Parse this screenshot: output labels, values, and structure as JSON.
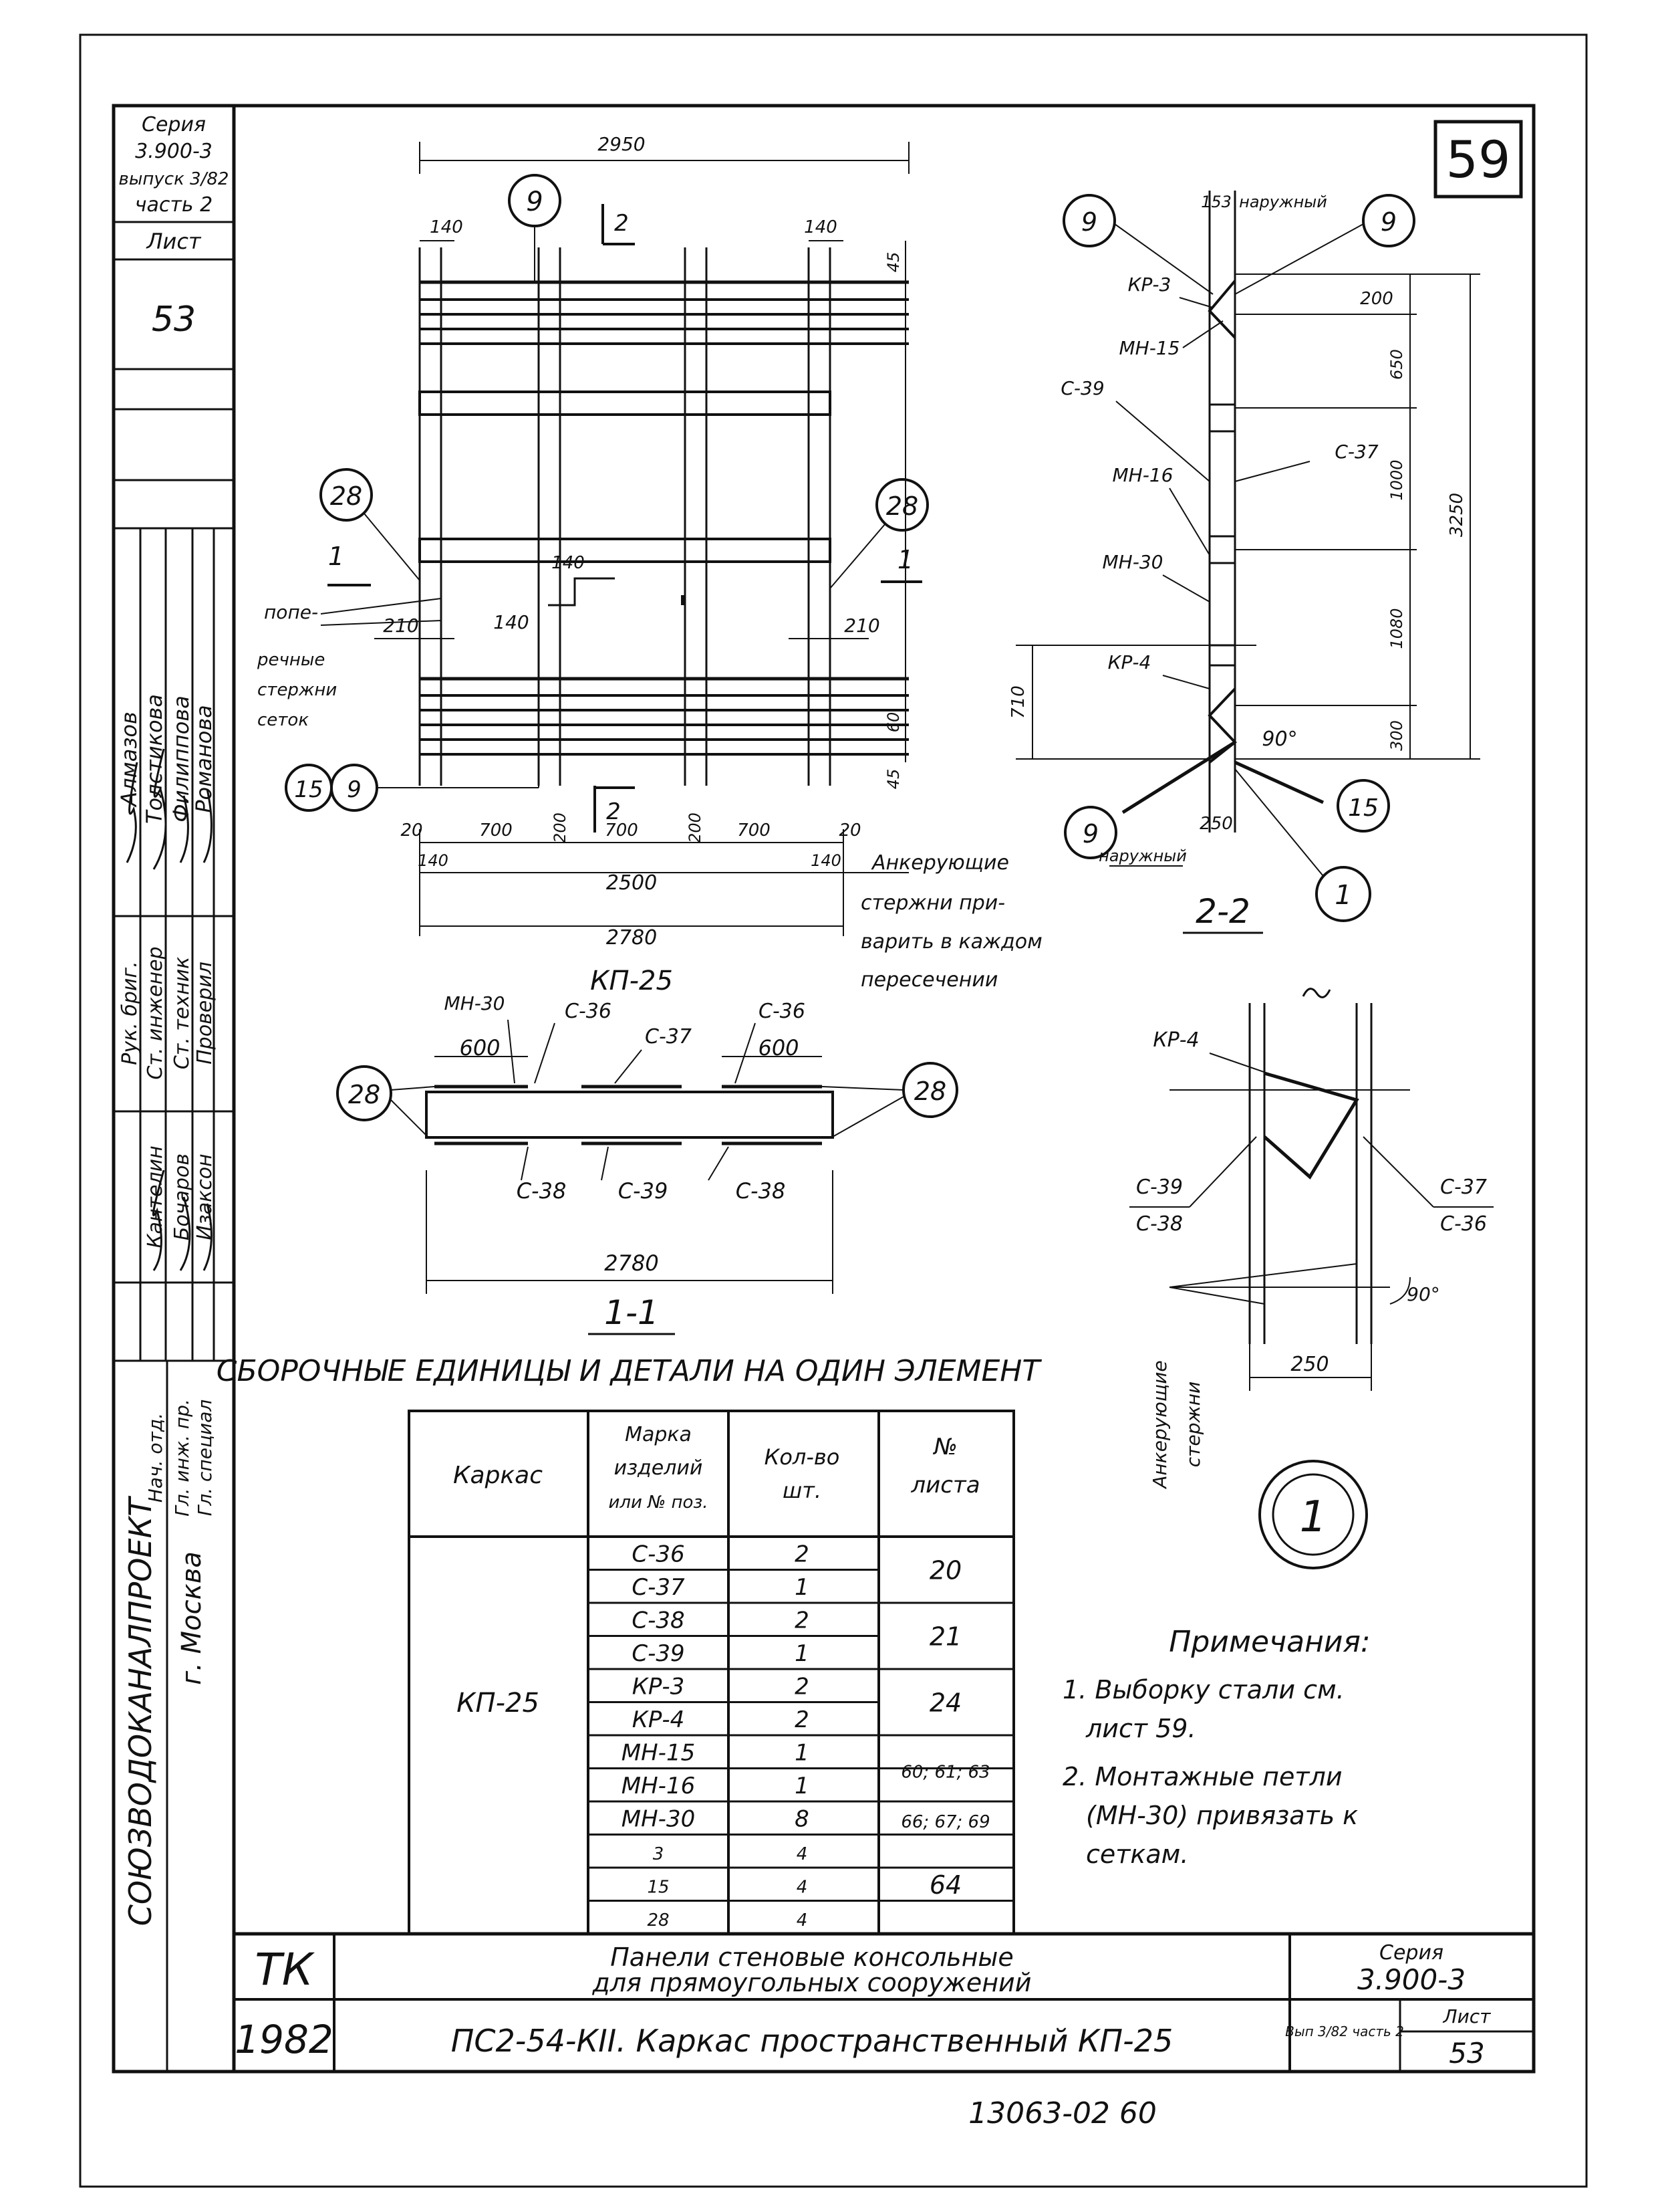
{
  "page_number": "59",
  "side_stamp": {
    "series_lines": [
      "Серия",
      "3.900-3",
      "выпуск 3/82",
      "часть 2"
    ],
    "sheet_label": "Лист",
    "sheet_number": "53",
    "roles": [
      "Рук. бриг.",
      "Ст. инженер",
      "Ст. техник",
      "Проверил",
      "Нач. отд.",
      "Гл. инж. пр.",
      "Гл. специал"
    ],
    "names": [
      "Алмазов",
      "Толстикова",
      "Филиппова",
      "Романова",
      "Кантелин",
      "Бочаров",
      "Изаксон"
    ],
    "org": "СОЮЗВОДОКАНАЛПРОЕКТ",
    "city": "г. Москва"
  },
  "plan": {
    "dims": [
      "2950",
      "140",
      "140",
      "45",
      "140",
      "140",
      "210",
      "210",
      "60",
      "45",
      "20",
      "700",
      "200",
      "700",
      "200",
      "700",
      "20",
      "140",
      "140",
      "2500",
      "2780"
    ],
    "callouts": [
      "9",
      "28",
      "28",
      "15",
      "9"
    ],
    "section_marks": [
      "2",
      "2",
      "1",
      "1"
    ],
    "note_transverse": [
      "попе-",
      "речные",
      "стержни",
      "сеток"
    ],
    "note_anchor": [
      "Анкерующие",
      "стержни при-",
      "варить в каждом",
      "пересечении"
    ],
    "caption": "КП-25"
  },
  "section11": {
    "labels": [
      "МН-30",
      "С-36",
      "С-37",
      "С-36",
      "600",
      "600",
      "С-38",
      "С-39",
      "С-38",
      "2780"
    ],
    "callouts": [
      "28",
      "28"
    ],
    "caption": "1-1"
  },
  "section22": {
    "labels": [
      "153",
      "наружный",
      "КР-3",
      "МН-15",
      "С-39",
      "С-37",
      "МН-16",
      "МН-30",
      "КР-4",
      "90°",
      "250",
      "наружный"
    ],
    "dims": [
      "200",
      "650",
      "1000",
      "3250",
      "1080",
      "300",
      "710"
    ],
    "callouts": [
      "9",
      "9",
      "9",
      "15",
      "1"
    ],
    "caption": "2-2"
  },
  "node1": {
    "labels": [
      "КР-4",
      "С-39",
      "С-38",
      "С-37",
      "С-36",
      "90°",
      "250"
    ],
    "anchor_label": [
      "Анкерующие",
      "стержни"
    ],
    "callout": "1"
  },
  "table": {
    "title": "СБОРОЧНЫЕ ЕДИНИЦЫ И ДЕТАЛИ НА ОДИН ЭЛЕМЕНТ",
    "headers": [
      "Каркас",
      "Марка изделий или № поз.",
      "Кол-во шт.",
      "№ листа"
    ],
    "carcass": "КП-25",
    "rows": [
      [
        "С-36",
        "2"
      ],
      [
        "С-37",
        "1"
      ],
      [
        "С-38",
        "2"
      ],
      [
        "С-39",
        "1"
      ],
      [
        "КР-3",
        "2"
      ],
      [
        "КР-4",
        "2"
      ],
      [
        "МН-15",
        "1"
      ],
      [
        "МН-16",
        "1"
      ],
      [
        "МН-30",
        "8"
      ],
      [
        "3",
        "4"
      ],
      [
        "15",
        "4"
      ],
      [
        "28",
        "4"
      ]
    ],
    "sheets": [
      "20",
      "21",
      "24",
      "60; 61; 63",
      "66; 67; 69",
      "64"
    ]
  },
  "notes": {
    "title": "Примечания:",
    "items": [
      [
        "1. Выборку стали см.",
        "лист 59."
      ],
      [
        "2. Монтажные петли",
        "(МН-30) привязать к",
        "сеткам."
      ]
    ]
  },
  "title_block": {
    "tk": "ТК",
    "year": "1982",
    "title_line1": "Панели стеновые консольные",
    "title_line2": "для прямоугольных сооружений",
    "subtitle": "ПС2-54-КII. Каркас пространственный КП-25",
    "series_label": "Серия",
    "series": "3.900-3",
    "issue": "Вып 3/82 часть 2",
    "sheet_label": "Лист",
    "sheet": "53"
  },
  "footer": "13063-02 60"
}
